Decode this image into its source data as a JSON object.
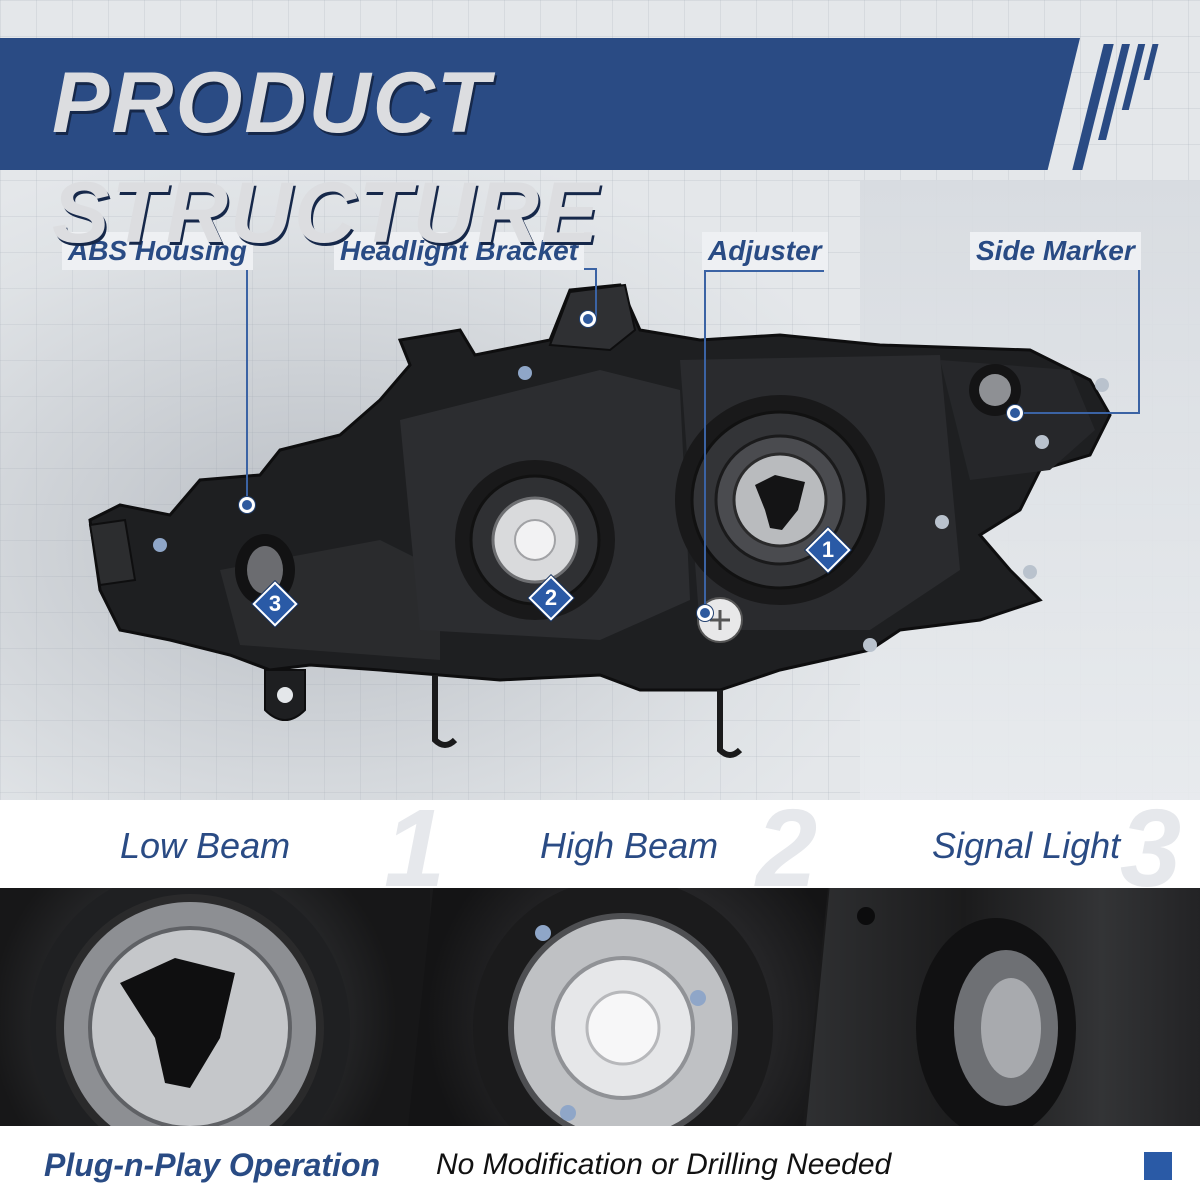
{
  "banner": {
    "title": "PRODUCT STRUCTURE"
  },
  "callouts": {
    "abs_housing": "ABS Housing",
    "headlight_bracket": "Headlight Bracket",
    "adjuster": "Adjuster",
    "side_marker": "Side Marker"
  },
  "badges": {
    "one": "1",
    "two": "2",
    "three": "3"
  },
  "band": {
    "low_beam": "Low Beam",
    "high_beam": "High Beam",
    "signal_light": "Signal Light",
    "num_1": "1",
    "num_2": "2",
    "num_3": "3"
  },
  "footer": {
    "bold": "Plug-n-Play Operation",
    "text": "No Modification or Drilling Needed"
  },
  "colors": {
    "brand_blue": "#2a4b84",
    "badge_blue": "#2a5aa6",
    "housing_black": "#1c1d1f"
  }
}
